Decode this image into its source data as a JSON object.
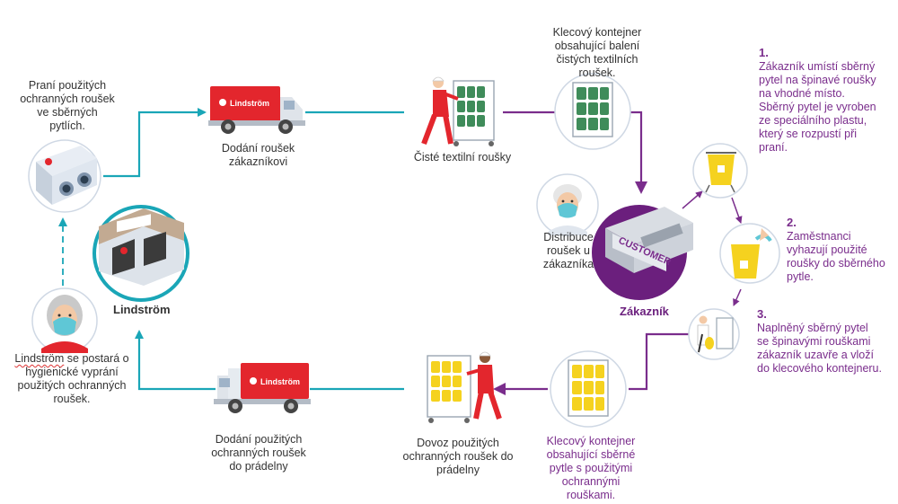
{
  "colors": {
    "teal": "#1aa6b7",
    "purple": "#7a2d8c",
    "red": "#e3262d",
    "yellow": "#f5d21f",
    "cage_green": "#3f8c5a"
  },
  "labels": {
    "washing": "Praní použitých ochranných roušek ve sběrných pytlích.",
    "delivery_customer": "Dodání roušek zákazníkovi",
    "clean_masks": "Čisté textilní roušky",
    "cage_clean": "Klecový kontejner obsahující balení čistých textilních roušek.",
    "distribution": "Distribuce roušek u zákazníka",
    "customer_name": "Zákazník",
    "customer_sign": "CUSTOMER",
    "lindstrom_name": "Lindström",
    "lindstrom_logo": "Lindström",
    "lindstrom_care_word": "Lindström",
    "lindstrom_care_rest": "se postará o hygienické vyprání použitých ochranných roušek.",
    "delivery_laundry": "Dodání použitých ochranných roušek do prádelny",
    "transport_laundry": "Dovoz použitých ochranných roušek do prádelny",
    "cage_dirty": "Klecový kontejner obsahující sběrné pytle s použitými ochrannými rouškami."
  },
  "steps": [
    {
      "number": "1.",
      "text": "Zákazník umístí sběrný pytel na špinavé roušky na vhodné místo. Sběrný pytel je vyroben ze speciálního plastu, který se rozpustí při praní."
    },
    {
      "number": "2.",
      "text": "Zaměstnanci vyhazují použité roušky do sběrného pytle."
    },
    {
      "number": "3.",
      "text": "Naplněný sběrný pytel se špinavými rouškami zákazník uzavře a vloží do klecového kontejneru."
    }
  ],
  "icons": {
    "truck_top": "delivery-truck-icon",
    "truck_bottom": "delivery-truck-icon",
    "worker_clean": "worker-pushing-cage-icon",
    "worker_dirty": "worker-pushing-cage-icon",
    "cage_clean": "cage-container-icon",
    "cage_dirty": "cage-container-icon",
    "washing": "washing-machine-icon",
    "building": "lindstrom-building-icon",
    "distribution": "masked-worker-icon",
    "woman": "masked-woman-icon",
    "customer": "customer-workplace-icon",
    "bag_stand": "collection-bag-stand-icon",
    "bag_throw": "bag-throw-icon",
    "bag_worker": "bag-worker-icon"
  }
}
